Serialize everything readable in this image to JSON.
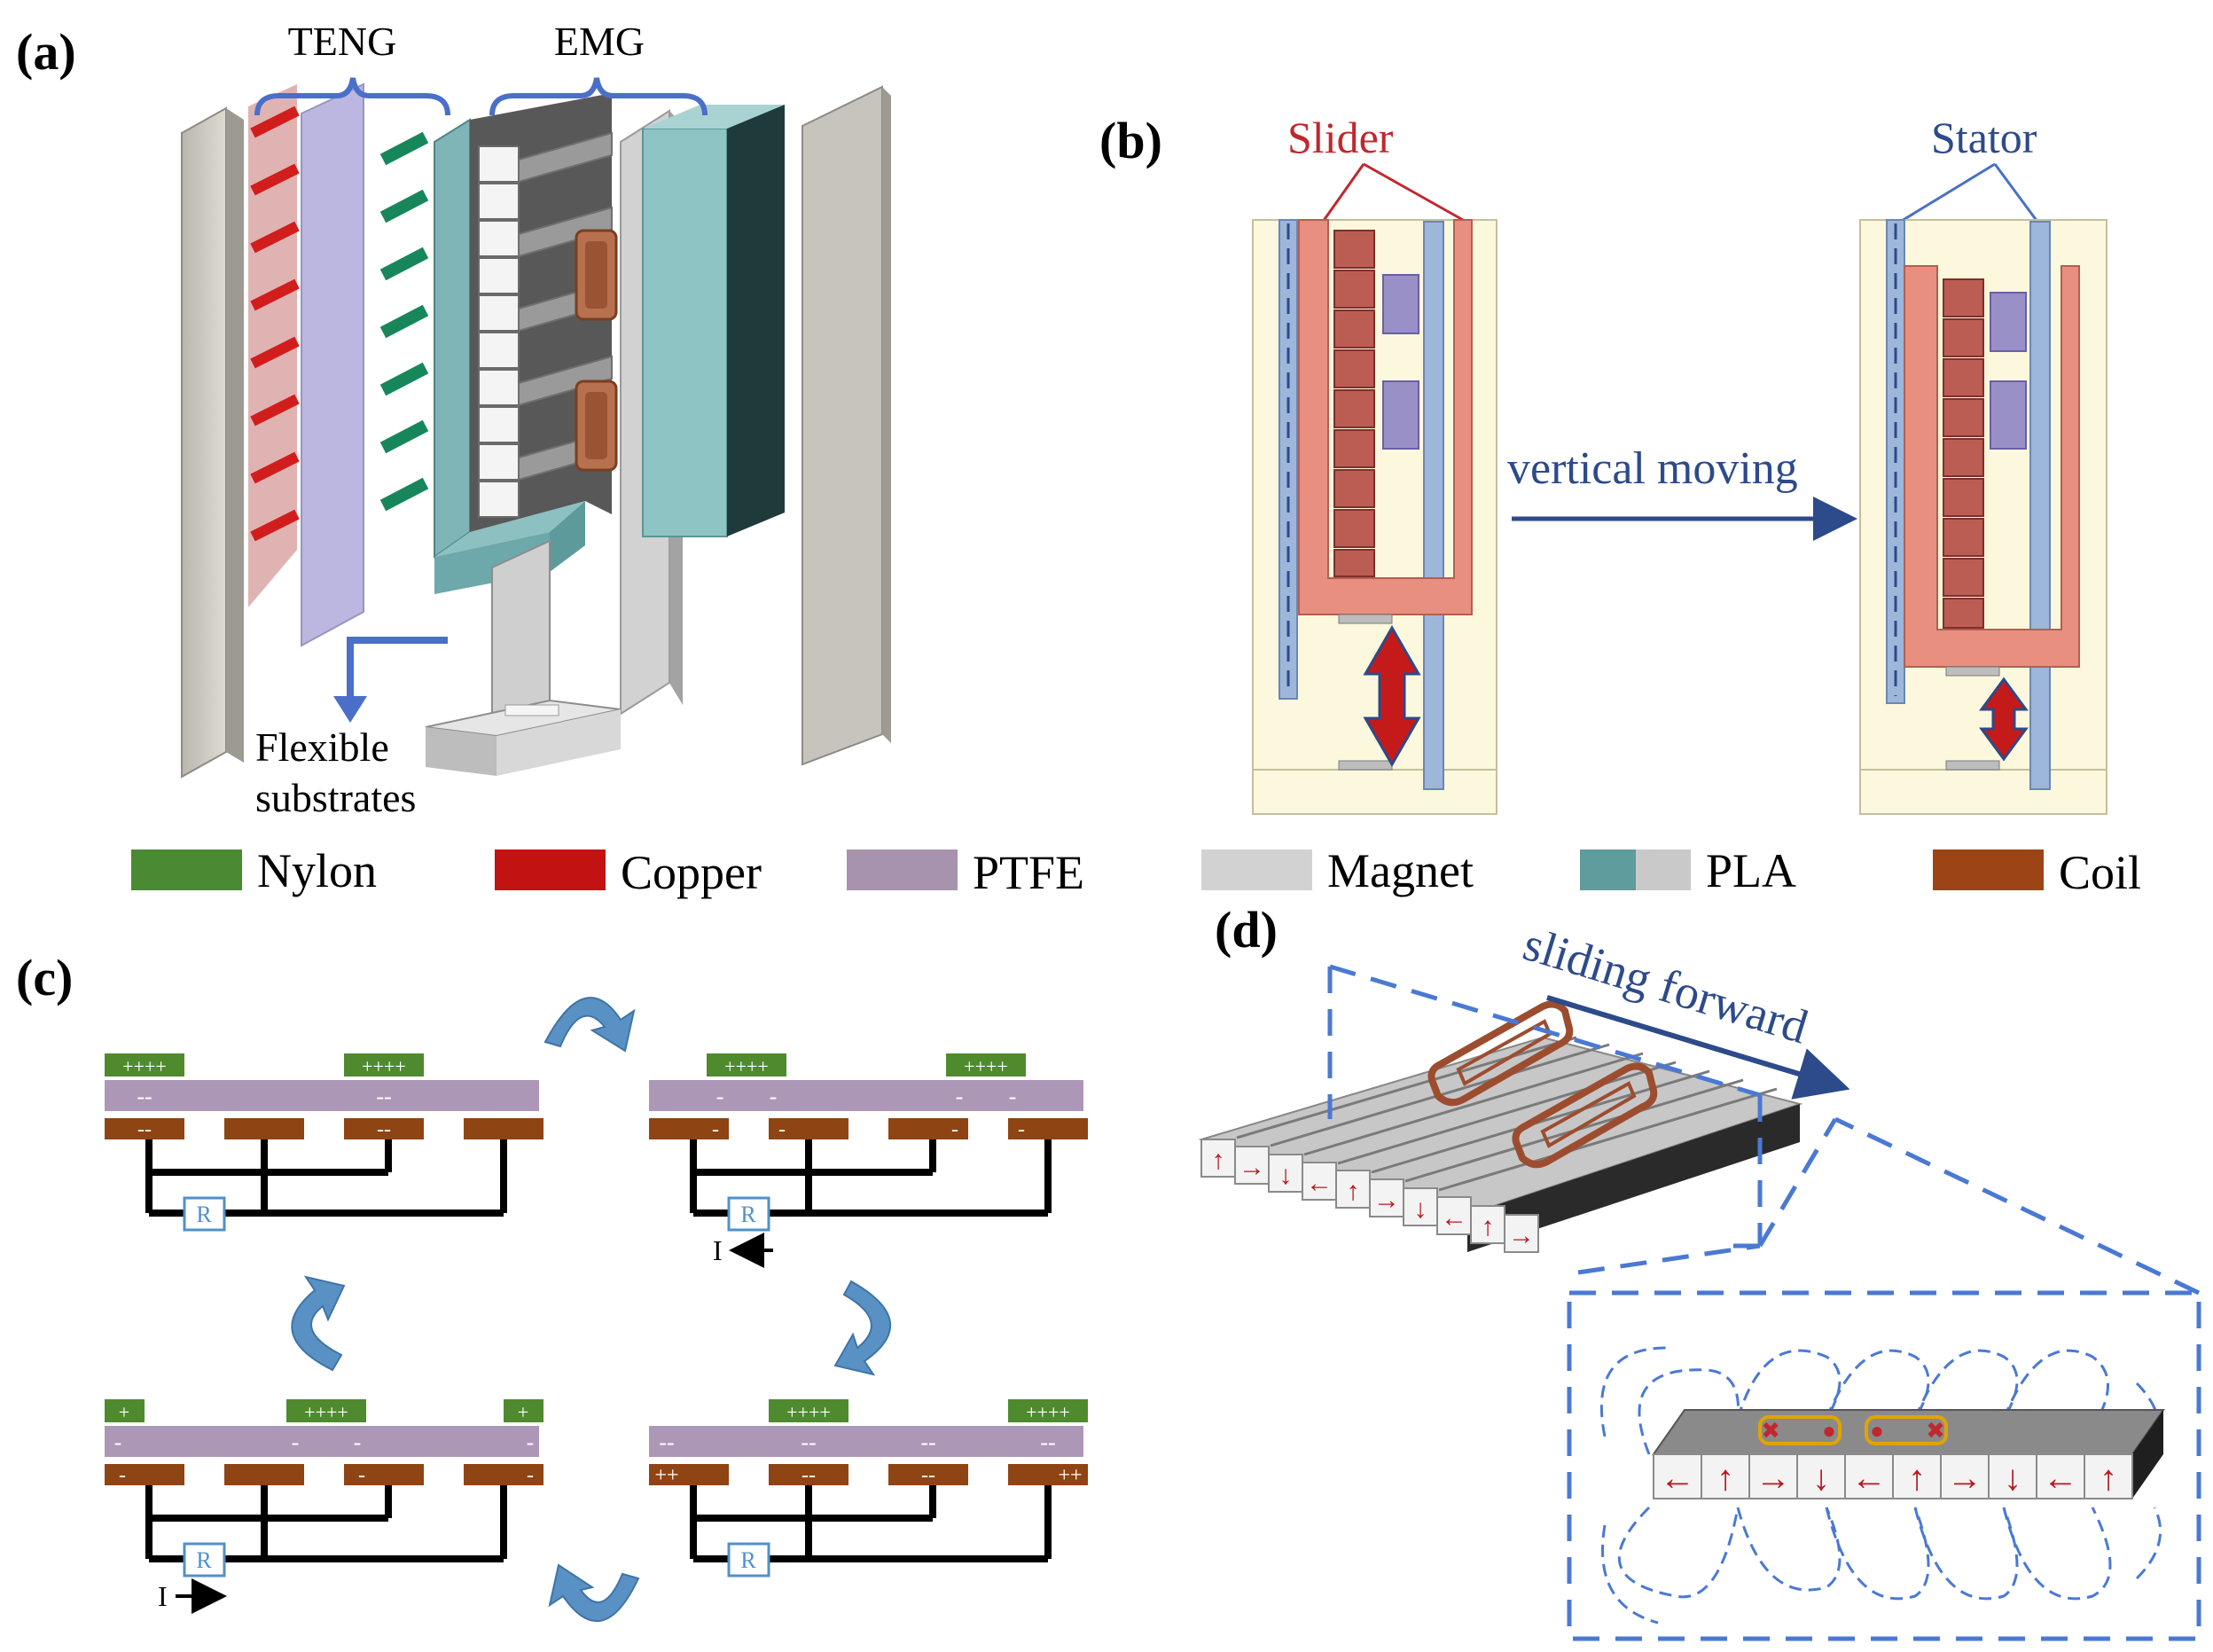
{
  "panel_a": {
    "label": "(a)",
    "teng_label": "TENG",
    "emg_label": "EMG",
    "substrates_line1": "Flexible",
    "substrates_line2": "substrates"
  },
  "panel_b": {
    "label": "(b)",
    "slider_label": "Slider",
    "stator_label": "Stator",
    "moving_label": "vertical moving"
  },
  "legend": [
    {
      "label": "Nylon",
      "color": "#4a8a32"
    },
    {
      "label": "Copper",
      "color": "#c31212"
    },
    {
      "label": "PTFE",
      "color": "#a793ae"
    },
    {
      "label": "Magnet",
      "color": "#d2d2d2"
    },
    {
      "label": "PLA",
      "color": "#5e9c9e",
      "color2": "#c9c9c9"
    },
    {
      "label": "Coil",
      "color": "#9c4416"
    }
  ],
  "panel_c": {
    "label": "(c)",
    "resistor_label": "R",
    "current_label": "I",
    "states": [
      {
        "nylon": [
          "++++",
          "++++"
        ],
        "ptfe": [
          "--",
          "--"
        ],
        "copper": [
          "--",
          "",
          "--",
          ""
        ]
      },
      {
        "nylon": [
          "++++",
          "++++"
        ],
        "ptfe": [
          "-",
          "-",
          "-",
          "-"
        ],
        "copper": [
          "-",
          "-",
          "-",
          "-"
        ]
      },
      {
        "nylon": [
          "+",
          "++++",
          "+"
        ],
        "ptfe": [
          "-",
          "-",
          "-",
          "-"
        ],
        "copper": [
          "-",
          "",
          "-",
          "-"
        ]
      },
      {
        "nylon": [
          "++++",
          "++++"
        ],
        "ptfe": [
          "--",
          "--",
          "--",
          "--"
        ],
        "copper": [
          "++",
          "--",
          "--",
          "++"
        ]
      }
    ]
  },
  "panel_d": {
    "label": "(d)",
    "sliding_label": "sliding forward"
  },
  "colors": {
    "blue": "#4a6fc9",
    "navy": "#2d4a8a",
    "red_label": "#c0282e",
    "slider": "#e98f7f",
    "stator": "#9eb6da",
    "frame": "#fbf8dd"
  }
}
